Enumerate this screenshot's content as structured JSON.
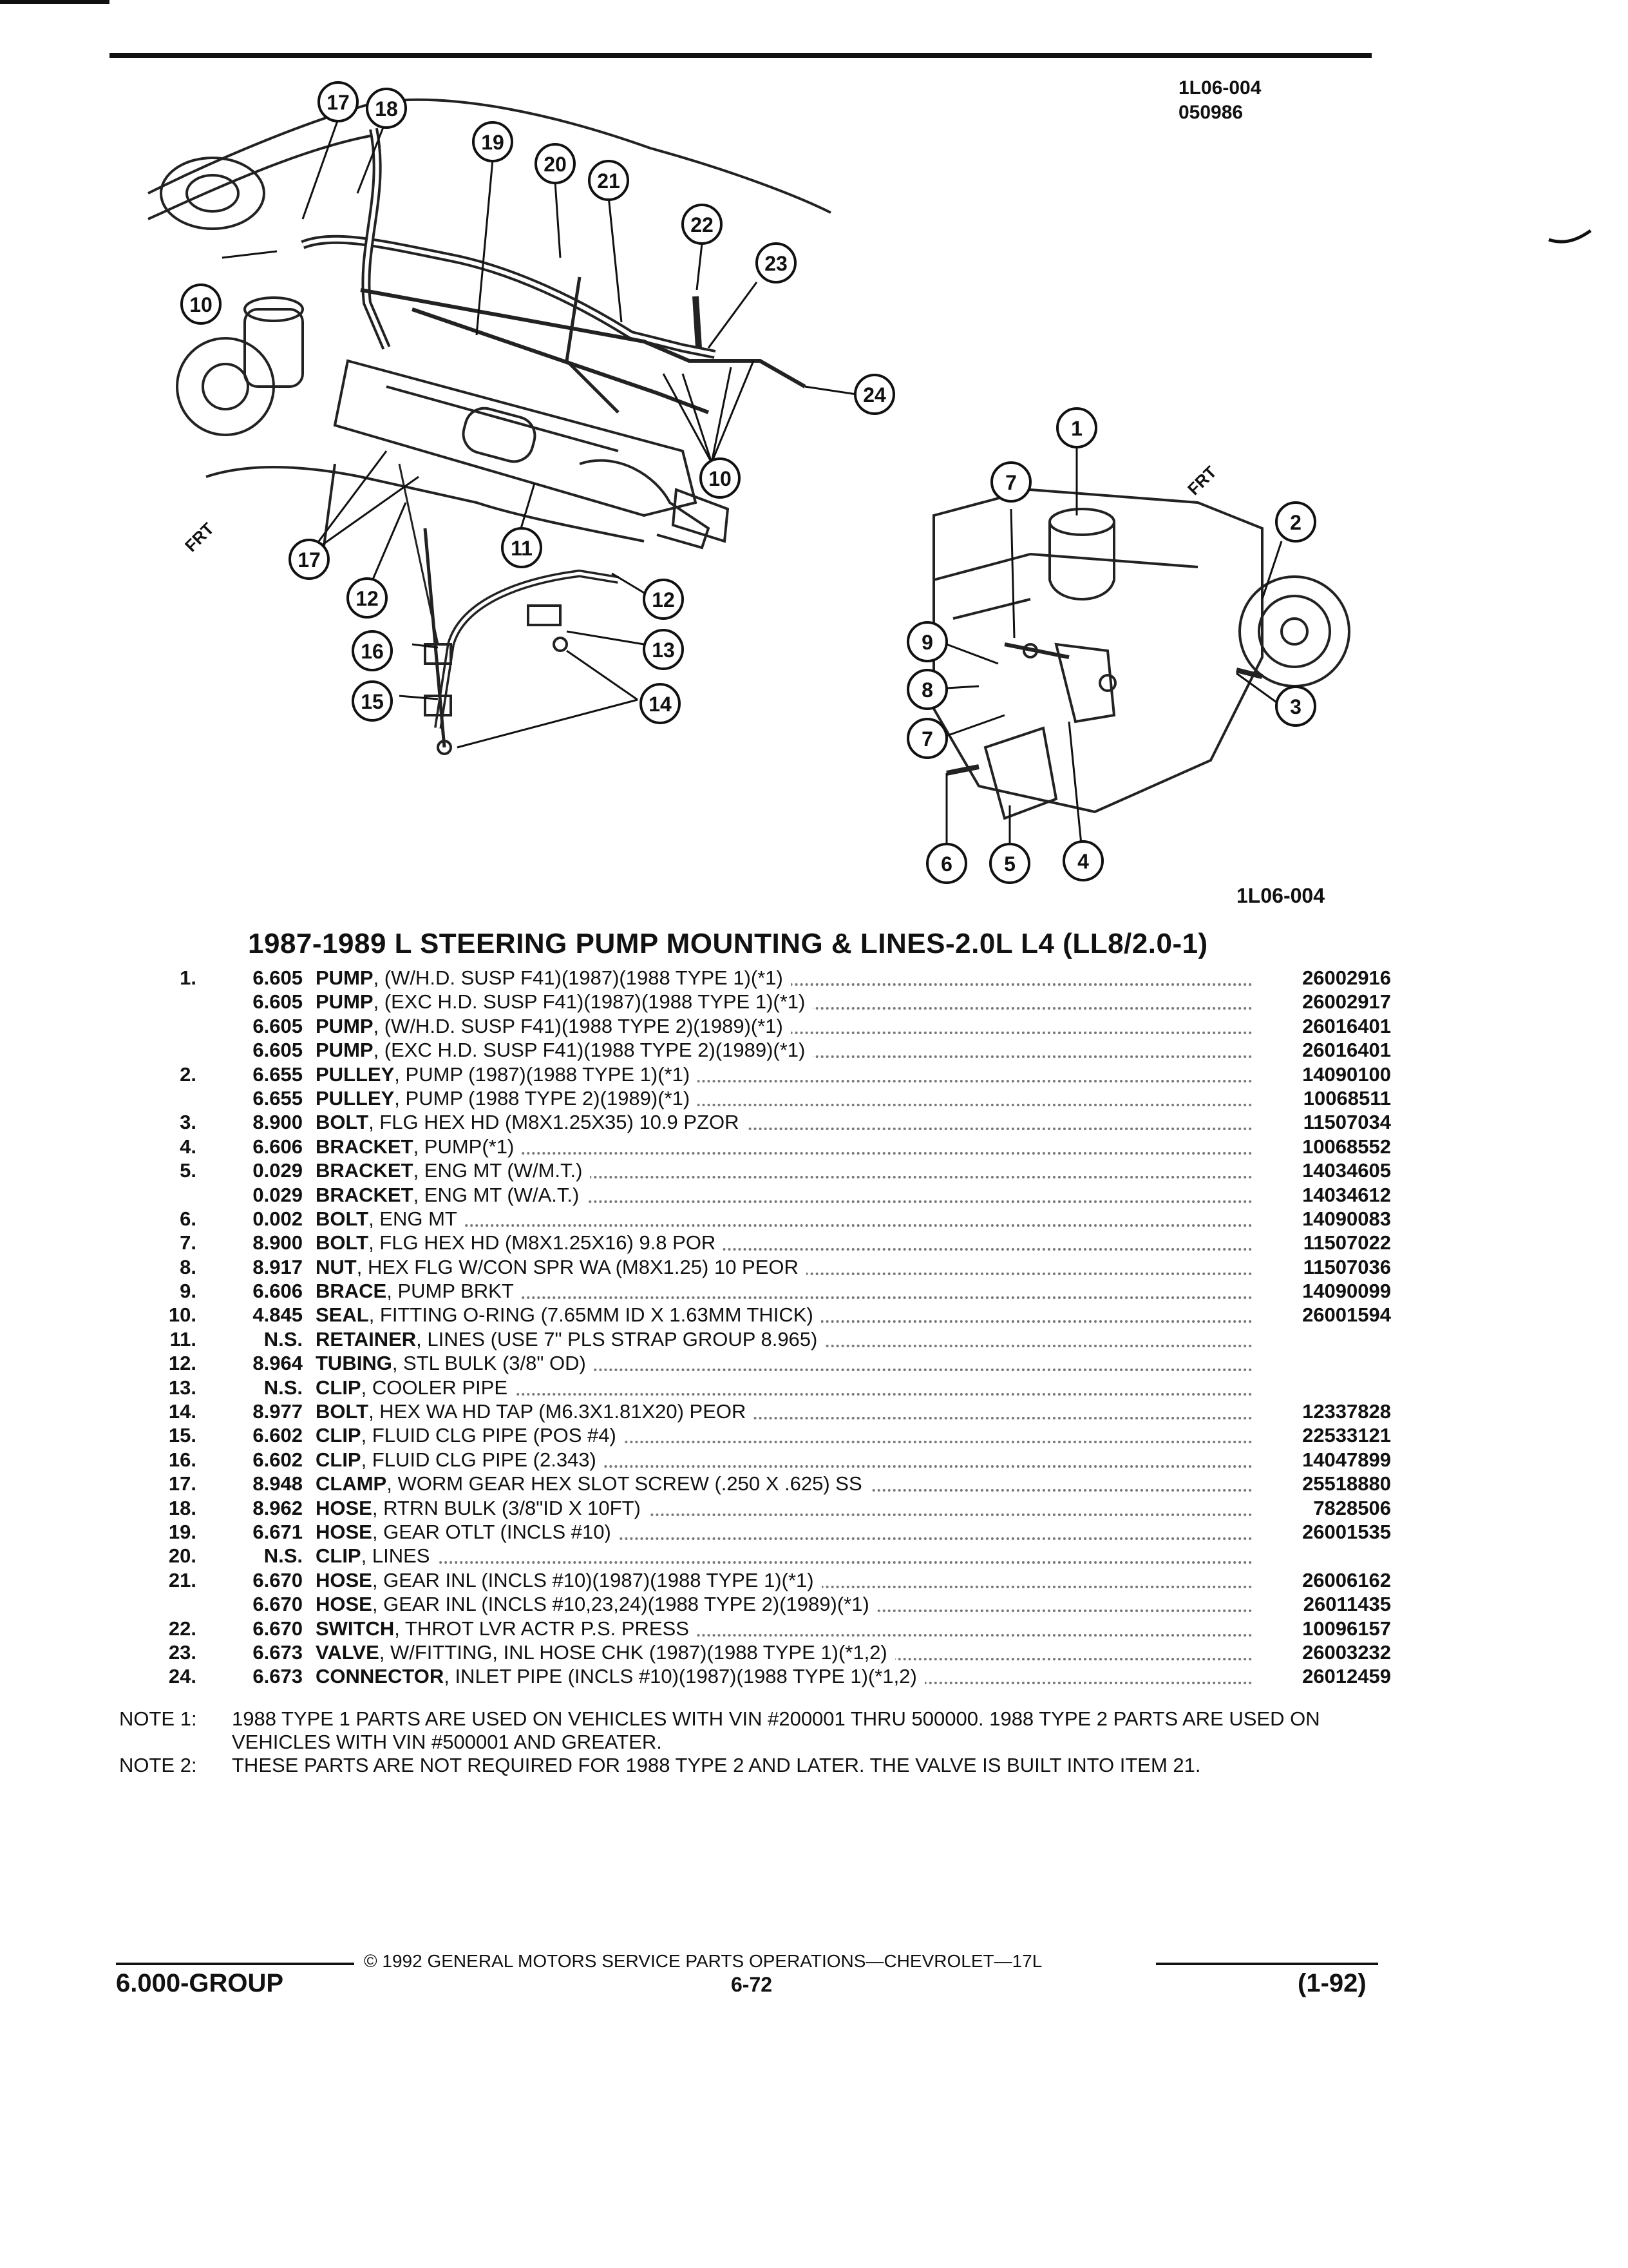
{
  "header": {
    "ref_line1": "1L06-004",
    "ref_line2": "050986"
  },
  "illustration": {
    "ref": "1L06-004",
    "frt_label": "FRT",
    "left_callouts": [
      "17",
      "18",
      "19",
      "20",
      "21",
      "22",
      "23",
      "10",
      "24",
      "10",
      "17",
      "11",
      "12",
      "12",
      "16",
      "13",
      "15",
      "14"
    ],
    "right_callouts": [
      "1",
      "7",
      "2",
      "9",
      "8",
      "7",
      "3",
      "6",
      "5",
      "4"
    ]
  },
  "title": "1987-1989 L STEERING PUMP MOUNTING & LINES-2.0L L4 (LL8/2.0-1)",
  "parts": [
    {
      "num": "1.",
      "grp": "6.605",
      "name": "PUMP",
      "rest": ", (W/H.D. SUSP F41)(1987)(1988 TYPE 1)(*1)",
      "pn": "26002916"
    },
    {
      "num": "",
      "grp": "6.605",
      "name": "PUMP",
      "rest": ", (EXC H.D. SUSP F41)(1987)(1988 TYPE 1)(*1)",
      "pn": "26002917"
    },
    {
      "num": "",
      "grp": "6.605",
      "name": "PUMP",
      "rest": ", (W/H.D. SUSP F41)(1988 TYPE 2)(1989)(*1)",
      "pn": "26016401"
    },
    {
      "num": "",
      "grp": "6.605",
      "name": "PUMP",
      "rest": ", (EXC H.D. SUSP F41)(1988 TYPE 2)(1989)(*1)",
      "pn": "26016401"
    },
    {
      "num": "2.",
      "grp": "6.655",
      "name": "PULLEY",
      "rest": ", PUMP (1987)(1988 TYPE 1)(*1)",
      "pn": "14090100"
    },
    {
      "num": "",
      "grp": "6.655",
      "name": "PULLEY",
      "rest": ", PUMP (1988 TYPE 2)(1989)(*1)",
      "pn": "10068511"
    },
    {
      "num": "3.",
      "grp": "8.900",
      "name": "BOLT",
      "rest": ", FLG HEX HD (M8X1.25X35) 10.9 PZOR",
      "pn": "11507034"
    },
    {
      "num": "4.",
      "grp": "6.606",
      "name": "BRACKET",
      "rest": ", PUMP(*1)",
      "pn": "10068552"
    },
    {
      "num": "5.",
      "grp": "0.029",
      "name": "BRACKET",
      "rest": ", ENG MT (W/M.T.)",
      "pn": "14034605"
    },
    {
      "num": "",
      "grp": "0.029",
      "name": "BRACKET",
      "rest": ", ENG MT (W/A.T.)",
      "pn": "14034612"
    },
    {
      "num": "6.",
      "grp": "0.002",
      "name": "BOLT",
      "rest": ", ENG MT",
      "pn": "14090083"
    },
    {
      "num": "7.",
      "grp": "8.900",
      "name": "BOLT",
      "rest": ", FLG HEX HD (M8X1.25X16) 9.8 POR",
      "pn": "11507022"
    },
    {
      "num": "8.",
      "grp": "8.917",
      "name": "NUT",
      "rest": ", HEX FLG W/CON SPR WA (M8X1.25) 10 PEOR",
      "pn": "11507036"
    },
    {
      "num": "9.",
      "grp": "6.606",
      "name": "BRACE",
      "rest": ", PUMP BRKT",
      "pn": "14090099"
    },
    {
      "num": "10.",
      "grp": "4.845",
      "name": "SEAL",
      "rest": ", FITTING O-RING (7.65MM ID X 1.63MM THICK)",
      "pn": "26001594"
    },
    {
      "num": "11.",
      "grp": "N.S.",
      "name": "RETAINER",
      "rest": ", LINES (USE 7\" PLS STRAP GROUP 8.965)",
      "pn": ""
    },
    {
      "num": "12.",
      "grp": "8.964",
      "name": "TUBING",
      "rest": ", STL BULK (3/8\" OD)",
      "pn": ""
    },
    {
      "num": "13.",
      "grp": "N.S.",
      "name": "CLIP",
      "rest": ", COOLER PIPE",
      "pn": ""
    },
    {
      "num": "14.",
      "grp": "8.977",
      "name": "BOLT",
      "rest": ", HEX WA HD TAP (M6.3X1.81X20) PEOR",
      "pn": "12337828"
    },
    {
      "num": "15.",
      "grp": "6.602",
      "name": "CLIP",
      "rest": ", FLUID CLG PIPE (POS #4)",
      "pn": "22533121"
    },
    {
      "num": "16.",
      "grp": "6.602",
      "name": "CLIP",
      "rest": ", FLUID CLG PIPE (2.343)",
      "pn": "14047899"
    },
    {
      "num": "17.",
      "grp": "8.948",
      "name": "CLAMP",
      "rest": ", WORM GEAR HEX SLOT SCREW (.250 X .625) SS",
      "pn": "25518880"
    },
    {
      "num": "18.",
      "grp": "8.962",
      "name": "HOSE",
      "rest": ", RTRN BULK (3/8\"ID X 10FT)",
      "pn": "7828506"
    },
    {
      "num": "19.",
      "grp": "6.671",
      "name": "HOSE",
      "rest": ", GEAR OTLT (INCLS #10)",
      "pn": "26001535"
    },
    {
      "num": "20.",
      "grp": "N.S.",
      "name": "CLIP",
      "rest": ", LINES",
      "pn": ""
    },
    {
      "num": "21.",
      "grp": "6.670",
      "name": "HOSE",
      "rest": ", GEAR INL (INCLS #10)(1987)(1988 TYPE 1)(*1)",
      "pn": "26006162"
    },
    {
      "num": "",
      "grp": "6.670",
      "name": "HOSE",
      "rest": ", GEAR INL (INCLS #10,23,24)(1988 TYPE 2)(1989)(*1)",
      "pn": "26011435"
    },
    {
      "num": "22.",
      "grp": "6.670",
      "name": "SWITCH",
      "rest": ", THROT LVR ACTR P.S. PRESS",
      "pn": "10096157"
    },
    {
      "num": "23.",
      "grp": "6.673",
      "name": "VALVE",
      "rest": ", W/FITTING, INL HOSE CHK (1987)(1988 TYPE 1)(*1,2)",
      "pn": "26003232"
    },
    {
      "num": "24.",
      "grp": "6.673",
      "name": "CONNECTOR",
      "rest": ", INLET PIPE (INCLS #10)(1987)(1988 TYPE 1)(*1,2)",
      "pn": "26012459"
    }
  ],
  "notes": [
    {
      "label": "NOTE  1:",
      "text": "1988 TYPE 1 PARTS ARE USED ON VEHICLES WITH VIN #200001 THRU 500000. 1988 TYPE 2 PARTS ARE USED ON VEHICLES WITH VIN #500001 AND GREATER."
    },
    {
      "label": "NOTE  2:",
      "text": "THESE PARTS ARE NOT REQUIRED FOR 1988 TYPE 2 AND LATER. THE VALVE IS BUILT INTO ITEM 21."
    }
  ],
  "footer": {
    "copyright": "© 1992 GENERAL MOTORS SERVICE PARTS OPERATIONS—CHEVROLET—17L",
    "group": "6.000-GROUP",
    "page": "6-72",
    "date": "(1-92)"
  }
}
